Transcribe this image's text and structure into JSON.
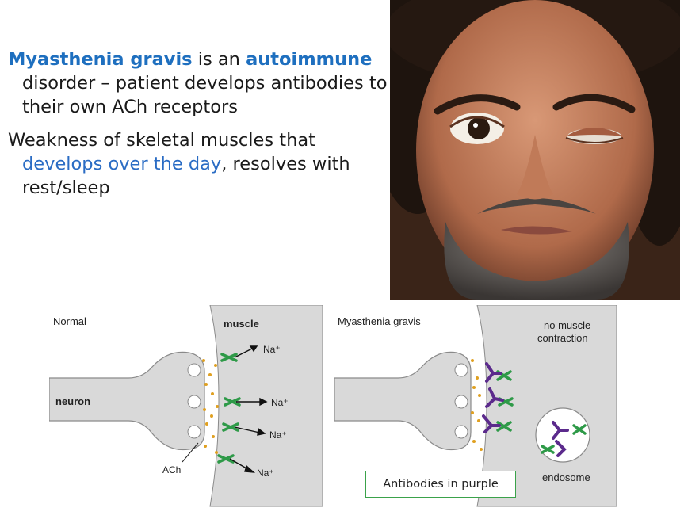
{
  "bullet1": {
    "term": "Myasthenia gravis",
    "joiner": " is an ",
    "highlight": "autoimmune",
    "rest": " disorder – patient develops antibodies to their own ACh receptors"
  },
  "bullet2": {
    "pre": "Weakness of skeletal muscles that ",
    "highlight": "develops over the day",
    "post": ", resolves with rest/sleep"
  },
  "diagram": {
    "left_panel": {
      "title": "Normal",
      "muscle_label": "muscle",
      "neuron_label": "neuron",
      "ach_label": "ACh",
      "ion_label": "Na⁺"
    },
    "right_panel": {
      "title": "Myasthenia gravis",
      "no_contraction_label": "no muscle\ncontraction",
      "no_contraction_line1": "no muscle",
      "no_contraction_line2": "contraction",
      "endosome_label": "endosome"
    },
    "callout": "Antibodies in purple"
  },
  "colors": {
    "highlight_blue": "#1e6fbf",
    "receptor_green": "#2e9a48",
    "antibody_purple": "#5b2a8c",
    "ach_dots": "#e0a020",
    "tissue_gray": "#d9d9d9"
  }
}
